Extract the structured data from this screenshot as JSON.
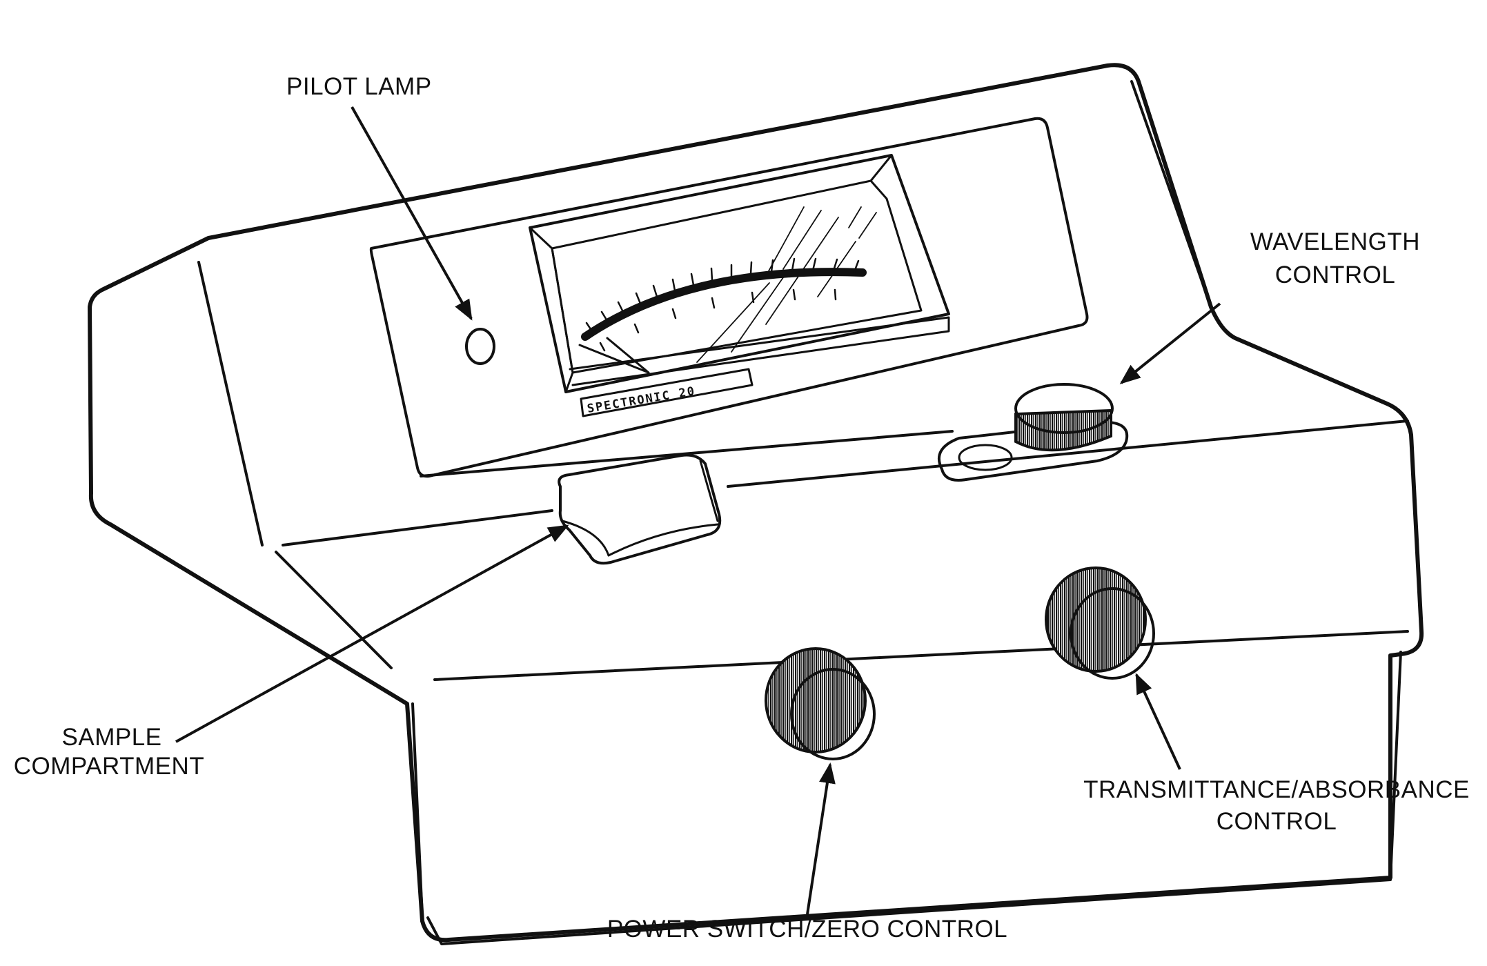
{
  "labels": {
    "pilot_lamp": "PILOT LAMP",
    "wavelength_control": [
      "WAVELENGTH",
      "CONTROL"
    ],
    "sample_compartment": [
      "SAMPLE",
      "COMPARTMENT"
    ],
    "transmittance_absorbance_control": [
      "TRANSMITTANCE/ABSORBANCE",
      "CONTROL"
    ],
    "power_switch_zero_control": "POWER SWITCH/ZERO CONTROL"
  },
  "instrument": {
    "brand_plate": "SPECTRONIC 20"
  },
  "colors": {
    "ink": "#111111",
    "paper": "#ffffff"
  }
}
